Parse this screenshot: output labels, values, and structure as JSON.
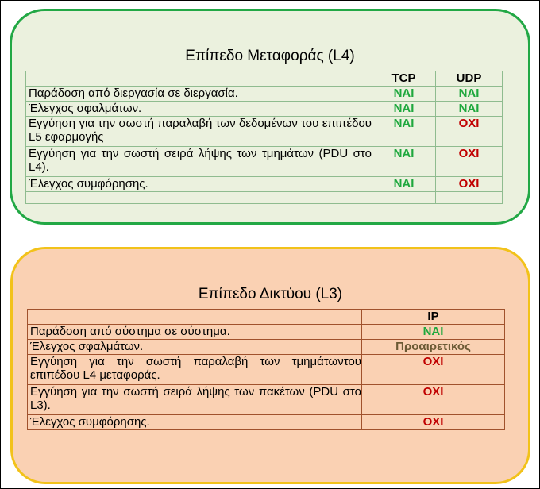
{
  "colors": {
    "yes": "#1fa83e",
    "no": "#c00000",
    "optional": "#6b5a34",
    "l4_panel_bg": "#ebf1de",
    "l4_panel_border": "#22a845",
    "l3_panel_bg": "#fad1b3",
    "l3_panel_border": "#f2c21a"
  },
  "l4": {
    "title": "Επίπεδο Μεταφοράς (L4)",
    "headers": {
      "tcp": "TCP",
      "udp": "UDP"
    },
    "rows": [
      {
        "desc": "Παράδοση από διεργασία σε διεργασία.",
        "tcp": "ΝΑΙ",
        "udp": "ΝΑΙ"
      },
      {
        "desc": "Έλεγχος σφαλμάτων.",
        "tcp": "ΝΑΙ",
        "udp": "ΝΑΙ"
      },
      {
        "desc": "Εγγύηση για την σωστή παραλαβή των δεδομένων του επιπέδου L5 εφαρμογής",
        "tcp": "ΝΑΙ",
        "udp": "ΟΧΙ"
      },
      {
        "desc": "Εγγύηση για την σωστή σειρά λήψης των τμημάτων (PDU στο L4).",
        "tcp": "ΝΑΙ",
        "udp": "ΟΧΙ"
      },
      {
        "desc": "Έλεγχος συμφόρησης.",
        "tcp": "ΝΑΙ",
        "udp": "ΟΧΙ"
      }
    ]
  },
  "l3": {
    "title": "Επίπεδο Δικτύου (L3)",
    "headers": {
      "ip": "IP"
    },
    "rows": [
      {
        "desc": "Παράδοση από σύστημα σε σύστημα.",
        "ip": "ΝΑΙ"
      },
      {
        "desc": "Έλεγχος σφαλμάτων.",
        "ip": "Προαιρετικός"
      },
      {
        "desc": "Εγγύηση για την σωστή παραλαβή των τμημάτωντου επιπέδου L4 μεταφοράς.",
        "ip": "ΟΧΙ"
      },
      {
        "desc": "Εγγύηση για την σωστή σειρά λήψης των πακέτων (PDU στο L3).",
        "ip": "ΟΧΙ"
      },
      {
        "desc": "Έλεγχος συμφόρησης.",
        "ip": "ΟΧΙ"
      }
    ]
  }
}
